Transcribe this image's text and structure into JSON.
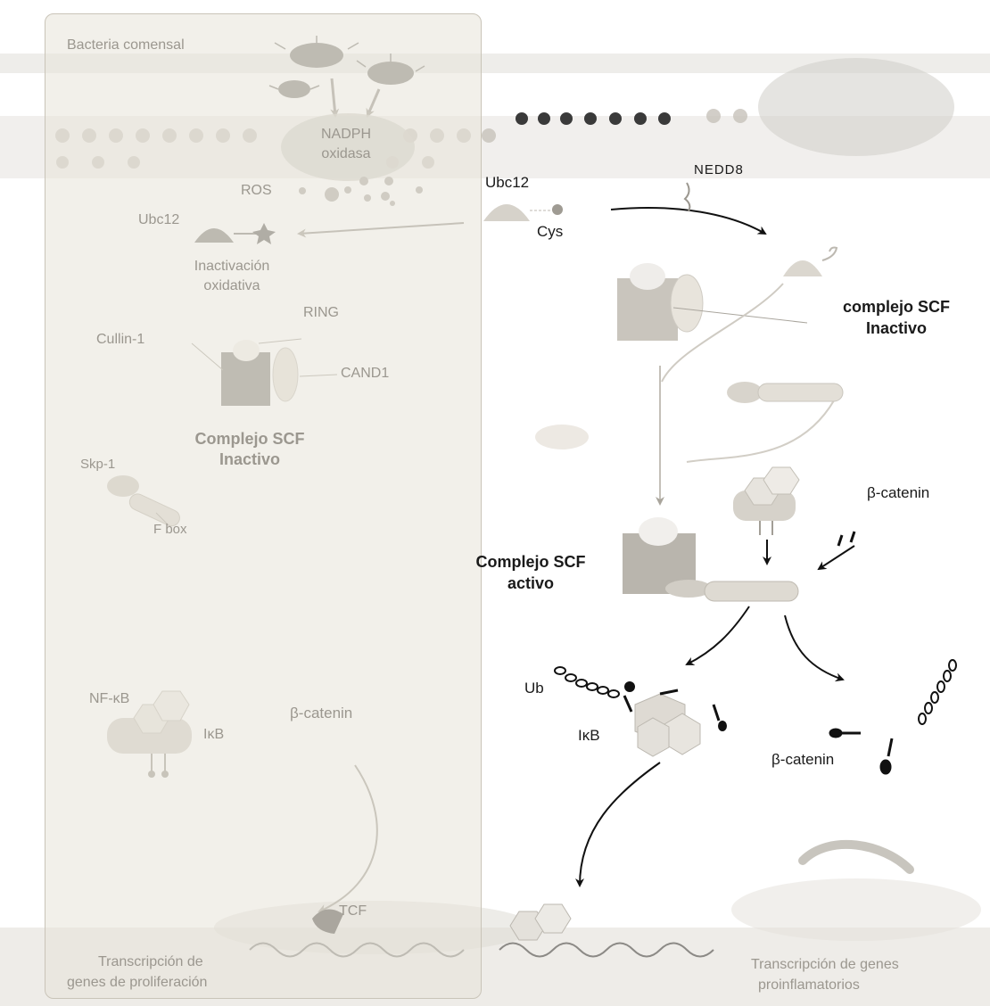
{
  "left": {
    "title": "Bacteria comensal",
    "nadph_line1": "NADPH",
    "nadph_line2": "oxidasa",
    "ros": "ROS",
    "ubc12": "Ubc12",
    "inactivation_line1": "Inactivación",
    "inactivation_line2": "oxidativa",
    "ring": "RING",
    "cullin": "Cullin-1",
    "cand1": "CAND1",
    "scf_line1": "Complejo SCF",
    "scf_line2": "Inactivo",
    "skp1": "Skp-1",
    "fbox": "F box",
    "nfkb": "NF-κB",
    "ikb": "IκB",
    "beta_catenin": "β-catenin",
    "tcf": "TCF",
    "transcription_line1": "Transcripción de",
    "transcription_line2": "genes de proliferación"
  },
  "right": {
    "ubc12": "Ubc12",
    "cys": "Cys",
    "nedd8": "NEDD8",
    "scf_inactive_line1": "complejo SCF",
    "scf_inactive_line2": "Inactivo",
    "beta_catenin_top": "β-catenin",
    "scf_active_line1": "Complejo SCF",
    "scf_active_line2": "activo",
    "ub": "Ub",
    "ikb": "IκB",
    "beta_catenin_bottom": "β-catenin",
    "transcription_line1": "Transcripción de genes",
    "transcription_line2": "proinflamatorios"
  }
}
